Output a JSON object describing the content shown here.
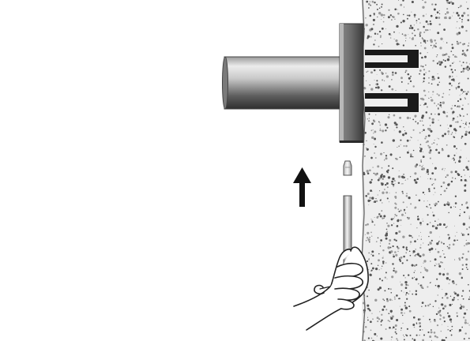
{
  "figure": {
    "background_color": "#ffffff",
    "wall": {
      "texture": "speckled-concrete",
      "base_color": "#eeeeee",
      "speckle_dark": "#555555",
      "speckle_mid": "#9a9a9a"
    },
    "parts": [
      {
        "name": "cylindrical-housing",
        "shading": "metallic-gradient"
      },
      {
        "name": "mounting-flange"
      },
      {
        "name": "anchor-bolts",
        "count": 2,
        "color": "#1a1a1a"
      },
      {
        "name": "insert-tip"
      },
      {
        "name": "insertion-rod"
      },
      {
        "name": "hand-holding-rod"
      }
    ],
    "arrow": {
      "direction": "up",
      "color": "#111111"
    }
  }
}
